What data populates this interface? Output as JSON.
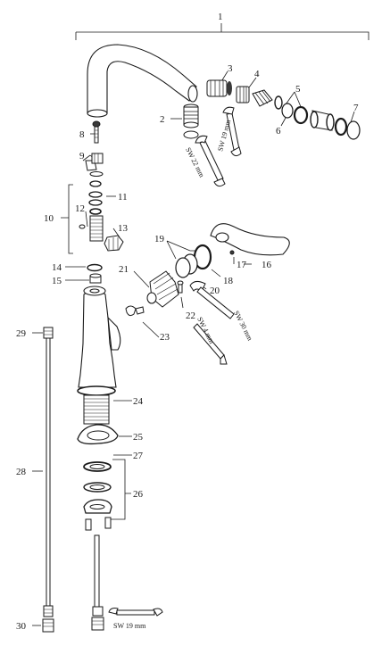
{
  "callouts": {
    "c1": "1",
    "c2": "2",
    "c3": "3",
    "c4": "4",
    "c5": "5",
    "c6": "6",
    "c7": "7",
    "c8": "8",
    "c9": "9",
    "c10": "10",
    "c11": "11",
    "c12": "12",
    "c13": "13",
    "c14": "14",
    "c15": "15",
    "c16": "16",
    "c17": "17",
    "c18": "18",
    "c19": "19",
    "c20": "20",
    "c21": "21",
    "c22": "22",
    "c23": "23",
    "c24": "24",
    "c25": "25",
    "c26": "26",
    "c27": "27",
    "c28": "28",
    "c29": "29",
    "c30": "30"
  },
  "tool_labels": {
    "sw19_top": "SW 19 mm",
    "sw22": "SW 22 mm",
    "sw30": "SW 30 mm",
    "sw4": "SW 4 mm",
    "sw19_bottom": "SW 19 mm"
  },
  "colors": {
    "line": "#1a1a1a",
    "fill": "#ffffff",
    "shade": "#9a9a9a",
    "dark": "#3a3a3a"
  }
}
